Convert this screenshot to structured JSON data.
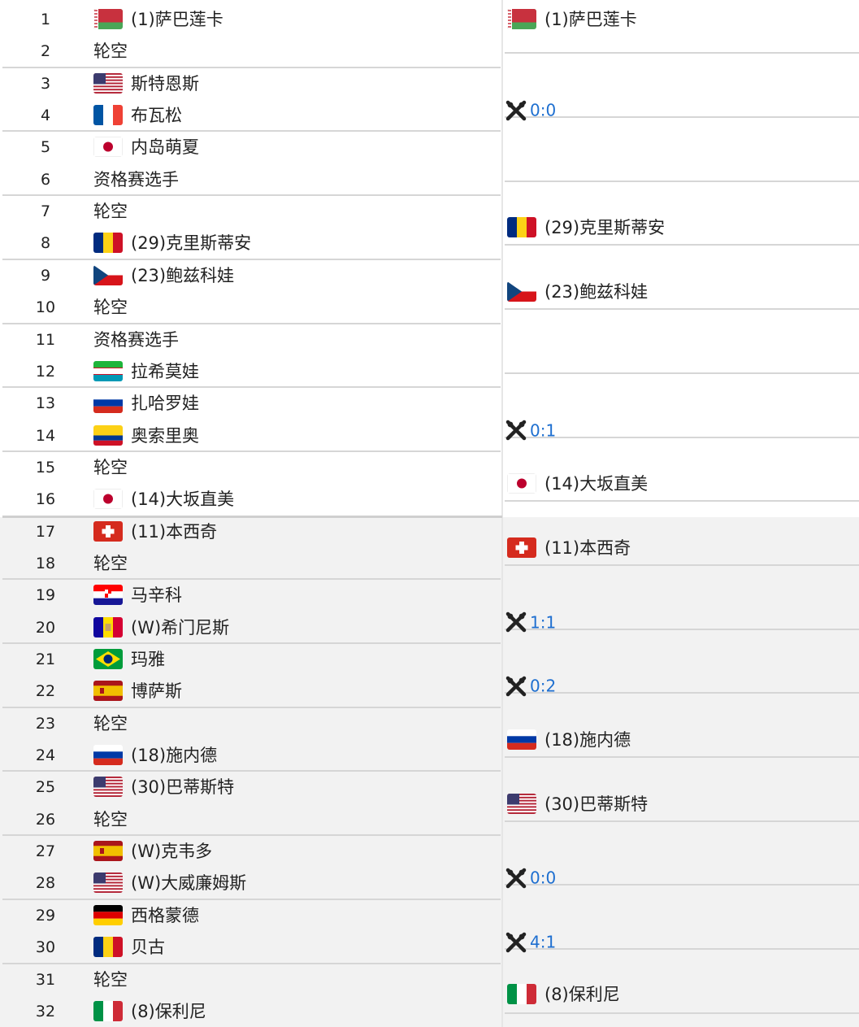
{
  "round1": [
    {
      "seed": "1",
      "name": "(1)萨巴莲卡",
      "flag": "belarus"
    },
    {
      "seed": "2",
      "name": "轮空",
      "flag": ""
    },
    {
      "seed": "3",
      "name": "斯特恩斯",
      "flag": "usa"
    },
    {
      "seed": "4",
      "name": "布瓦松",
      "flag": "france"
    },
    {
      "seed": "5",
      "name": "内岛萌夏",
      "flag": "japan"
    },
    {
      "seed": "6",
      "name": "资格赛选手",
      "flag": ""
    },
    {
      "seed": "7",
      "name": "轮空",
      "flag": ""
    },
    {
      "seed": "8",
      "name": "(29)克里斯蒂安",
      "flag": "romania"
    },
    {
      "seed": "9",
      "name": "(23)鲍兹科娃",
      "flag": "czech"
    },
    {
      "seed": "10",
      "name": "轮空",
      "flag": ""
    },
    {
      "seed": "11",
      "name": "资格赛选手",
      "flag": ""
    },
    {
      "seed": "12",
      "name": "拉希莫娃",
      "flag": "uzbekistan"
    },
    {
      "seed": "13",
      "name": "扎哈罗娃",
      "flag": "russia"
    },
    {
      "seed": "14",
      "name": "奥索里奥",
      "flag": "colombia"
    },
    {
      "seed": "15",
      "name": "轮空",
      "flag": ""
    },
    {
      "seed": "16",
      "name": "(14)大坂直美",
      "flag": "japan"
    },
    {
      "seed": "17",
      "name": "(11)本西奇",
      "flag": "switzerland"
    },
    {
      "seed": "18",
      "name": "轮空",
      "flag": ""
    },
    {
      "seed": "19",
      "name": "马辛科",
      "flag": "croatia"
    },
    {
      "seed": "20",
      "name": "(W)希门尼斯",
      "flag": "andorra"
    },
    {
      "seed": "21",
      "name": "玛雅",
      "flag": "brazil"
    },
    {
      "seed": "22",
      "name": "博萨斯",
      "flag": "spain"
    },
    {
      "seed": "23",
      "name": "轮空",
      "flag": ""
    },
    {
      "seed": "24",
      "name": "(18)施内德",
      "flag": "russia"
    },
    {
      "seed": "25",
      "name": "(30)巴蒂斯特",
      "flag": "usa"
    },
    {
      "seed": "26",
      "name": "轮空",
      "flag": ""
    },
    {
      "seed": "27",
      "name": "(W)克韦多",
      "flag": "spain"
    },
    {
      "seed": "28",
      "name": "(W)大威廉姆斯",
      "flag": "usa"
    },
    {
      "seed": "29",
      "name": "西格蒙德",
      "flag": "germany"
    },
    {
      "seed": "30",
      "name": "贝古",
      "flag": "romania"
    },
    {
      "seed": "31",
      "name": "轮空",
      "flag": ""
    },
    {
      "seed": "32",
      "name": "(8)保利尼",
      "flag": "italy"
    }
  ],
  "round2": [
    {
      "type": "player",
      "name": "(1)萨巴莲卡",
      "flag": "belarus"
    },
    {
      "type": "score",
      "value": "0:0",
      "icon": "crossed-rackets-icon"
    },
    {
      "type": "empty"
    },
    {
      "type": "player",
      "name": "(29)克里斯蒂安",
      "flag": "romania"
    },
    {
      "type": "player",
      "name": "(23)鲍兹科娃",
      "flag": "czech"
    },
    {
      "type": "empty"
    },
    {
      "type": "score",
      "value": "0:1",
      "icon": "crossed-rackets-icon"
    },
    {
      "type": "player",
      "name": "(14)大坂直美",
      "flag": "japan"
    },
    {
      "type": "player",
      "name": "(11)本西奇",
      "flag": "switzerland"
    },
    {
      "type": "score",
      "value": "1:1",
      "icon": "crossed-rackets-icon"
    },
    {
      "type": "score",
      "value": "0:2",
      "icon": "crossed-rackets-icon"
    },
    {
      "type": "player",
      "name": "(18)施内德",
      "flag": "russia"
    },
    {
      "type": "player",
      "name": "(30)巴蒂斯特",
      "flag": "usa"
    },
    {
      "type": "score",
      "value": "0:0",
      "icon": "crossed-rackets-icon"
    },
    {
      "type": "score",
      "value": "4:1",
      "icon": "crossed-rackets-icon"
    },
    {
      "type": "player",
      "name": "(8)保利尼",
      "flag": "italy"
    }
  ],
  "colors": {
    "score": "#1e6fd0",
    "topBg": "#ffffff",
    "bottomBg": "#f2f2f2",
    "line": "#d6d6d6"
  }
}
